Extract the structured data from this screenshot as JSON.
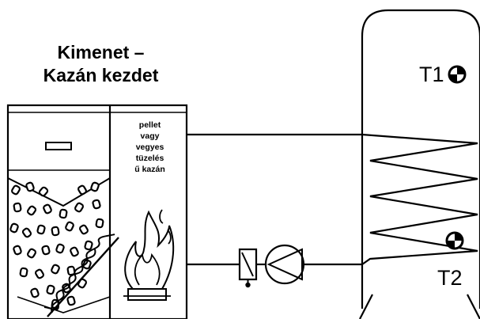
{
  "diagram": {
    "title_line1": "Kimenet –",
    "title_line2": "Kazán kezdet",
    "boiler_label": [
      "pellet",
      "vagy",
      "vegyes",
      "tüzelés",
      "ű kazán"
    ],
    "sensor_top": "T1",
    "sensor_bottom": "T2"
  },
  "colors": {
    "stroke": "#000000",
    "background": "#ffffff"
  },
  "icons": [
    "sensor-icon",
    "pump-icon",
    "valve-icon",
    "flame-icon",
    "auger-icon"
  ]
}
